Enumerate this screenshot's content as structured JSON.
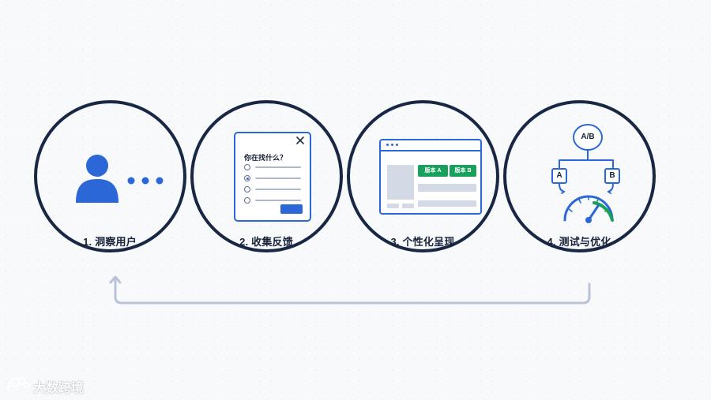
{
  "steps": [
    {
      "label": "1. 洞察用户"
    },
    {
      "label": "2. 收集反馈"
    },
    {
      "label": "3. 个性化呈现"
    },
    {
      "label": "4. 测试与优化"
    }
  ],
  "survey": {
    "title": "你在找什么？"
  },
  "personalization": {
    "version_a": "版本 A",
    "version_b": "版本 B"
  },
  "ab_test": {
    "top_label": "A/B",
    "left_label": "A",
    "right_label": "B"
  },
  "watermark": {
    "text": "大数跨境"
  },
  "colors": {
    "ring_stroke": "#182844",
    "accent_blue": "#2b67d6",
    "green": "#18a05c",
    "gray_line": "#aeb9cf"
  },
  "icons": {
    "user": "user-icon",
    "more": "ellipsis-icon",
    "close": "close-icon",
    "radio": "radio-icon",
    "gauge": "gauge-icon",
    "cycle": "cycle-arrow-icon"
  }
}
